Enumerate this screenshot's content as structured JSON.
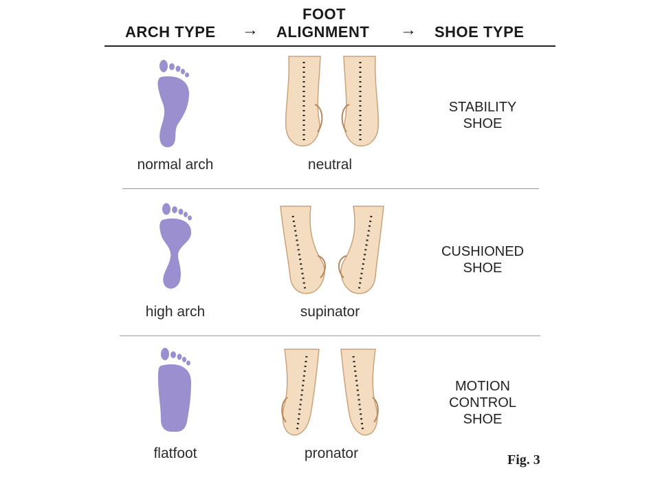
{
  "header": {
    "col1": "ARCH TYPE",
    "arrow1": "→",
    "col2_line1": "FOOT",
    "col2_line2": "ALIGNMENT",
    "arrow2": "→",
    "col3": "SHOE TYPE"
  },
  "rows": [
    {
      "arch_label": "normal arch",
      "alignment_label": "neutral",
      "shoe_lines": [
        "STABILITY",
        "SHOE"
      ]
    },
    {
      "arch_label": "high arch",
      "alignment_label": "supinator",
      "shoe_lines": [
        "CUSHIONED",
        "SHOE"
      ]
    },
    {
      "arch_label": "flatfoot",
      "alignment_label": "pronator",
      "shoe_lines": [
        "MOTION",
        "CONTROL",
        "SHOE"
      ]
    }
  ],
  "figure_label": "Fig. 3",
  "colors": {
    "footprint": "#9b8fd0",
    "skin_light": "#f3dcc0",
    "skin_dark": "#c9a27a"
  }
}
